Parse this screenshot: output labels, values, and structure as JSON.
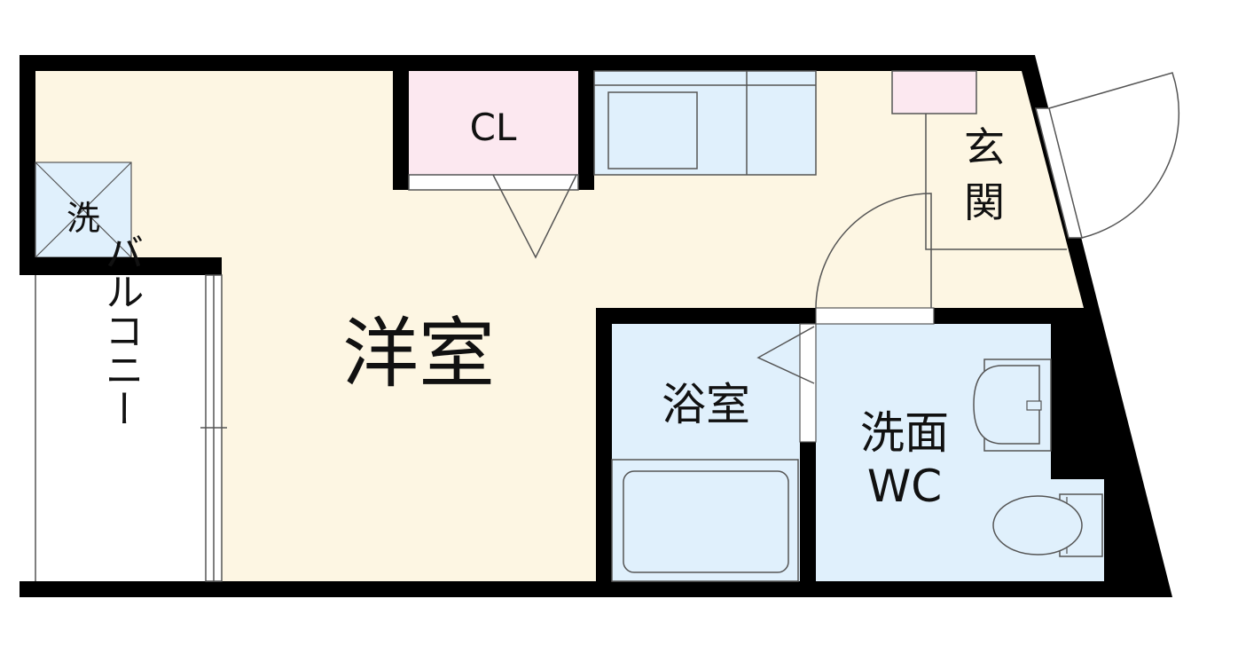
{
  "colors": {
    "wall": "#000000",
    "floor_western": "#FDF6E3",
    "closet": "#FCE8F0",
    "wet_area": "#E0F0FC",
    "door_line": "#555555",
    "background": "#FFFFFF"
  },
  "rooms": {
    "western": {
      "label": "洋室"
    },
    "closet": {
      "label": "CL"
    },
    "entrance": {
      "label_line1": "玄",
      "label_line2": "関"
    },
    "bath": {
      "label": "浴室"
    },
    "washroom": {
      "label_line1": "洗面",
      "label_line2": "WC"
    },
    "laundry": {
      "label": "洗"
    },
    "balcony": {
      "label": "バルコニー"
    }
  },
  "icons": [
    "washing-machine-space-icon",
    "kitchen-sink-icon",
    "stove-icon",
    "shoe-cabinet-icon",
    "bathtub-icon",
    "wash-basin-icon",
    "toilet-icon",
    "door-swing-icon"
  ]
}
